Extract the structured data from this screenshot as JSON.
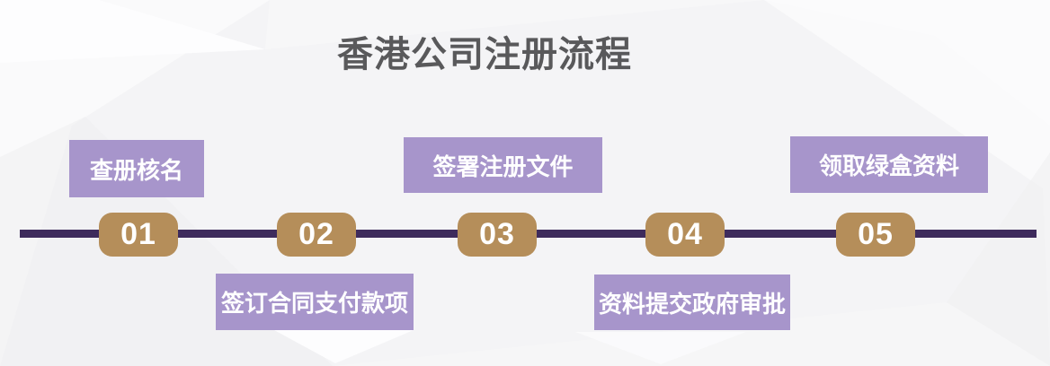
{
  "title": "香港公司注册流程",
  "steps": [
    {
      "number": "01",
      "label": "查册核名",
      "label_position": "above"
    },
    {
      "number": "02",
      "label": "签订合同支付款项",
      "label_position": "below"
    },
    {
      "number": "03",
      "label": "签署注册文件",
      "label_position": "above"
    },
    {
      "number": "04",
      "label": "资料提交政府审批",
      "label_position": "below"
    },
    {
      "number": "05",
      "label": "领取绿盒资料",
      "label_position": "above"
    }
  ],
  "colors": {
    "label_box_bg": "#a795cb",
    "number_box_bg": "#b58e5a",
    "timeline_line": "#3e2b5c",
    "title_text": "#59595b",
    "box_text": "#ffffff"
  }
}
